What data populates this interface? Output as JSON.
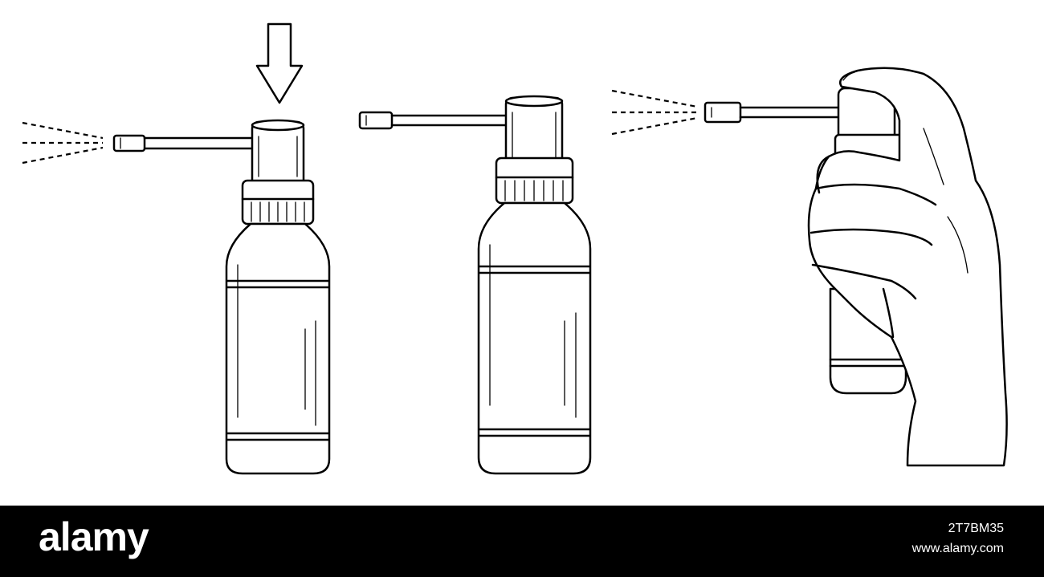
{
  "illustration": {
    "panels": [
      {
        "name": "press-pump",
        "icons": [
          "press-arrow-icon",
          "spray-bottle-icon",
          "spray-mist-icon"
        ]
      },
      {
        "name": "bottle-ready",
        "icons": [
          "spray-bottle-icon"
        ]
      },
      {
        "name": "hand-spray",
        "icons": [
          "hand-icon",
          "spray-bottle-icon",
          "spray-mist-icon"
        ]
      }
    ],
    "line_color": "#000000",
    "background_color": "#ffffff"
  },
  "footer": {
    "logo": "alamy",
    "stock_id": "2T7BM35",
    "site_url": "www.alamy.com",
    "background_color": "#000000",
    "text_color": "#ffffff"
  }
}
